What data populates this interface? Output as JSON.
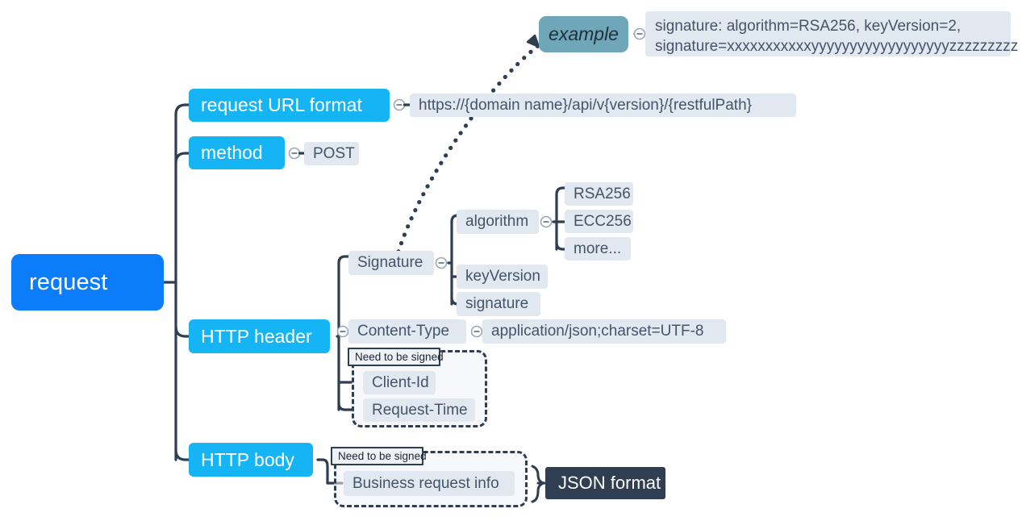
{
  "diagram": {
    "title": "request",
    "type": "mindmap",
    "colors": {
      "root_fill": "#0b7dfb",
      "level1_fill": "#14b4f5",
      "chip_fill": "#e2e8ef",
      "chip_text": "#44546a",
      "example_fill": "#6fa6b8",
      "dark_fill": "#2f3e50",
      "connector": "#2f3e50"
    }
  },
  "root": {
    "label": "request"
  },
  "branches": {
    "url": {
      "label": "request URL format",
      "value": "https://{domain name}/api/v{version}/{restfulPath}"
    },
    "method": {
      "label": "method",
      "value": "POST"
    },
    "header": {
      "label": "HTTP header",
      "signature": {
        "label": "Signature",
        "algorithm": {
          "label": "algorithm",
          "options": [
            "RSA256",
            "ECC256",
            "more..."
          ]
        },
        "key_version": "keyVersion",
        "signature_field": "signature"
      },
      "content_type": {
        "label": "Content-Type",
        "value": "application/json;charset=UTF-8"
      },
      "signed_group": {
        "label": "Need to be signed",
        "items": [
          "Client-Id",
          "Request-Time"
        ]
      }
    },
    "body": {
      "label": "HTTP body",
      "signed_group": {
        "label": "Need to be signed",
        "items": [
          "Business request info"
        ]
      },
      "format": "JSON format"
    }
  },
  "callout": {
    "label": "example",
    "detail_line1": "signature: algorithm=RSA256, keyVersion=2,",
    "detail_line2": "signature=xxxxxxxxxxxyyyyyyyyyyyyyyyyyyzzzzzzzzz"
  },
  "toggles": {
    "collapse_icon": "minus-circle-icon"
  }
}
